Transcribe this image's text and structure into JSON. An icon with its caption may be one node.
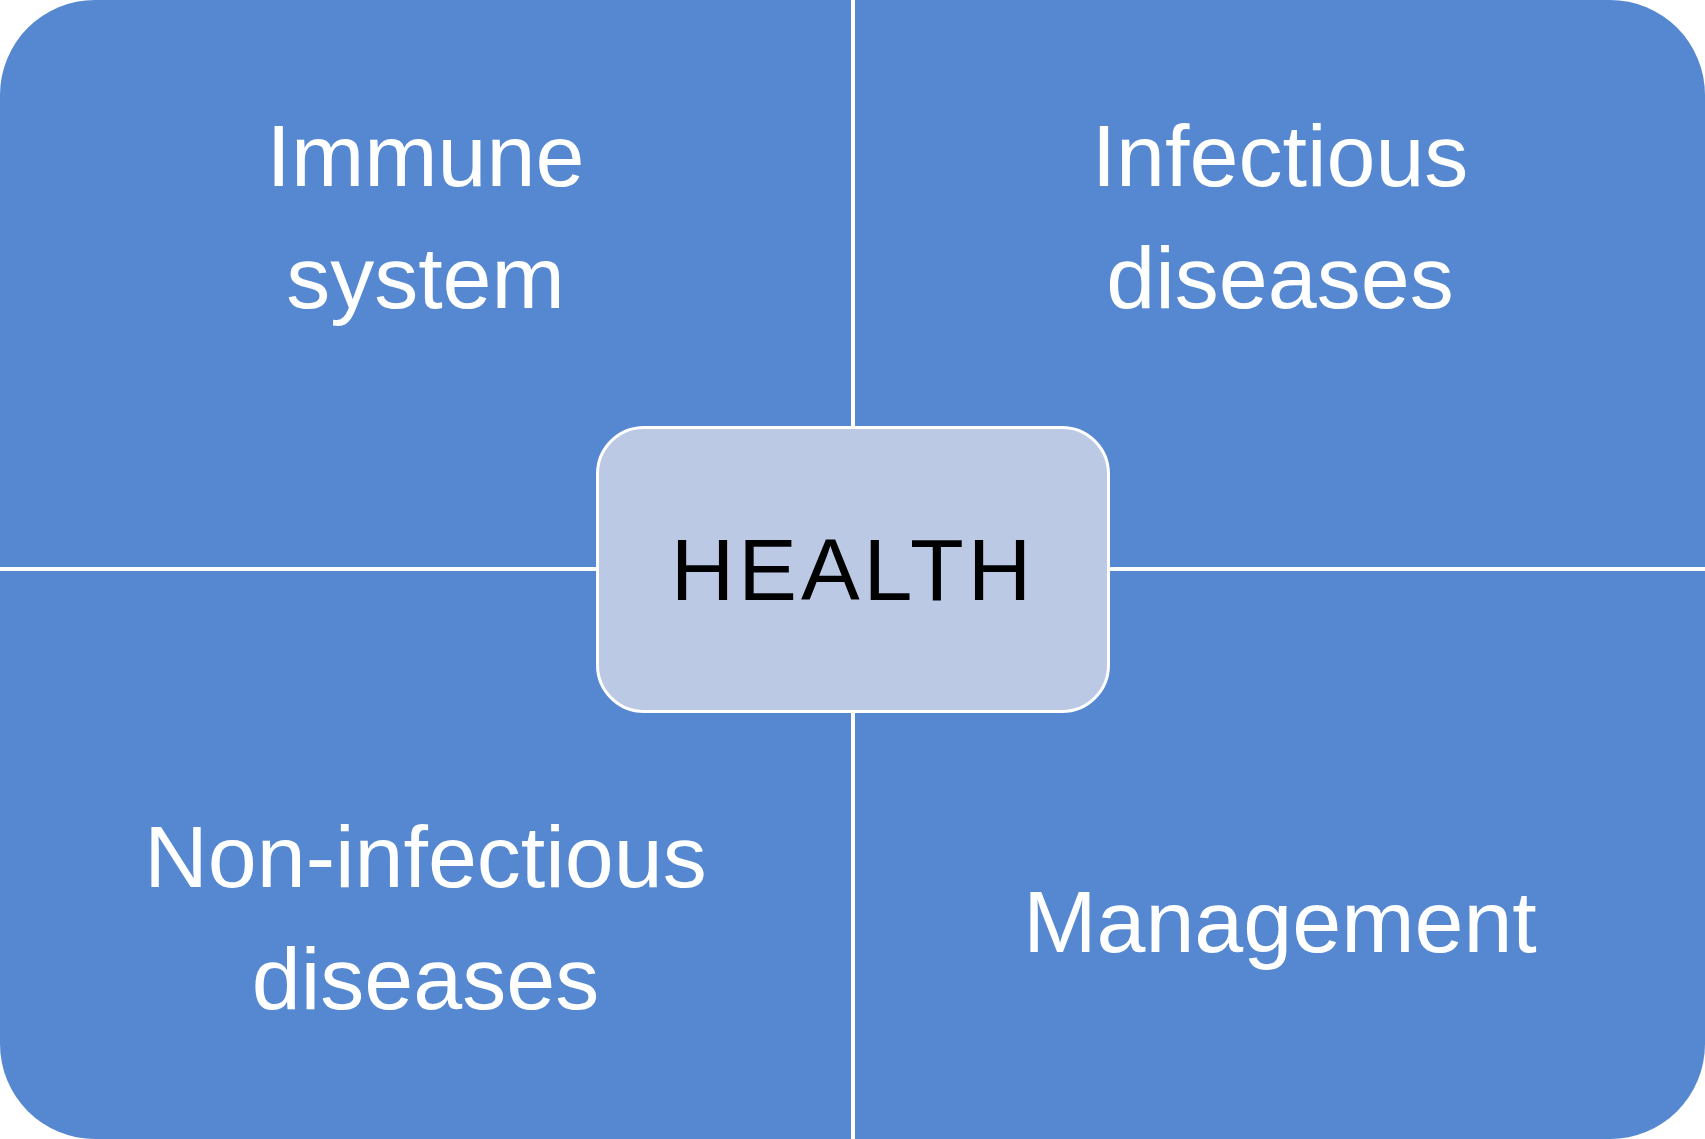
{
  "diagram": {
    "nodes": [
      {
        "text": [
          "Immune system"
        ]
      },
      {
        "text": [
          "Infectious diseases"
        ]
      },
      {
        "text": [
          "HEALTH"
        ]
      },
      {
        "text": [
          "Non-infectious diseases"
        ]
      },
      {
        "text": [
          "Management"
        ]
      }
    ]
  }
}
